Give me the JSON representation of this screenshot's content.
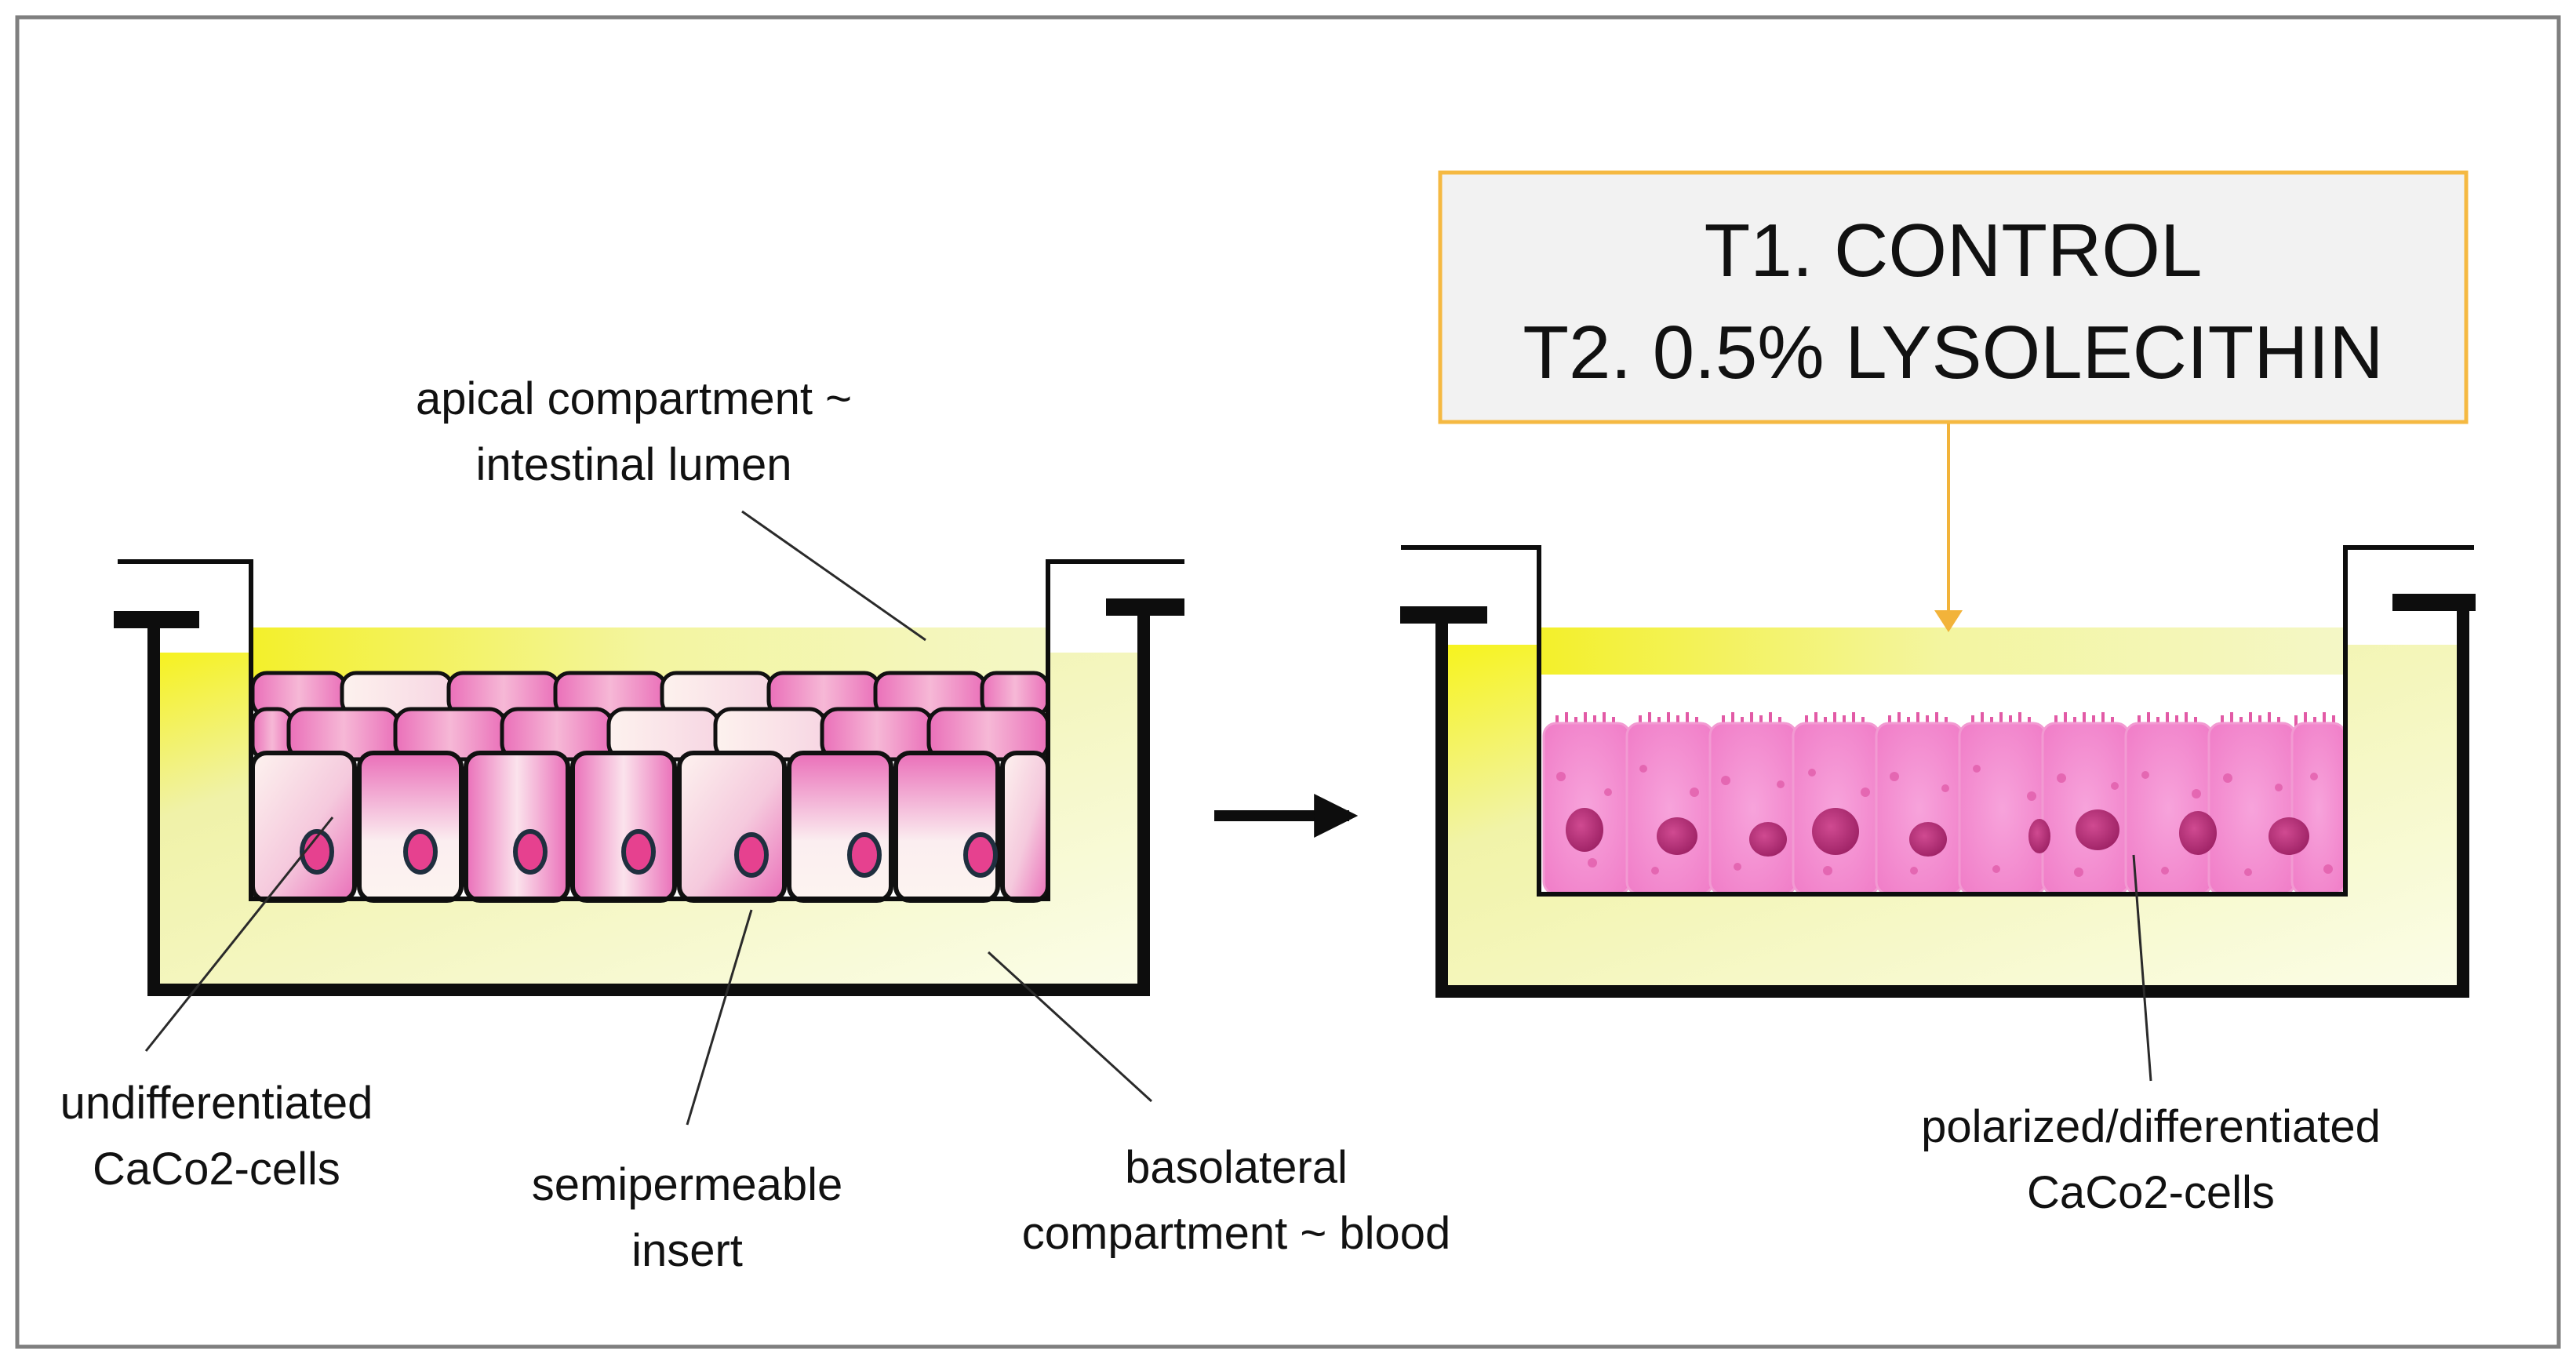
{
  "treatment_box": {
    "line1": "T1. CONTROL",
    "line2": "T2. 0.5% LYSOLECITHIN"
  },
  "labels": {
    "apical_line1": "apical compartment ~",
    "apical_line2": "intestinal lumen",
    "undiff_line1": "undifferentiated",
    "undiff_line2": "CaCo2-cells",
    "insert_line1": "semipermeable",
    "insert_line2": "insert",
    "basolateral_line1": "basolateral",
    "basolateral_line2": "compartment ~ blood",
    "polarized_line1": "polarized/differentiated",
    "polarized_line2": "CaCo2-cells"
  },
  "colors": {
    "frame_border": "#7f7f7f",
    "box_border": "#f5b942",
    "box_fill": "#f2f2f2",
    "arrow_yellow": "#f2b33a",
    "medium_yellow": "#f6f21e",
    "cell_pink": "#ea6fb9",
    "nucleus_pink": "#e6418f",
    "differentiated_pink": "#f38bd0",
    "differentiated_nucleus": "#b0286f",
    "well_black": "#0d0d0d"
  }
}
